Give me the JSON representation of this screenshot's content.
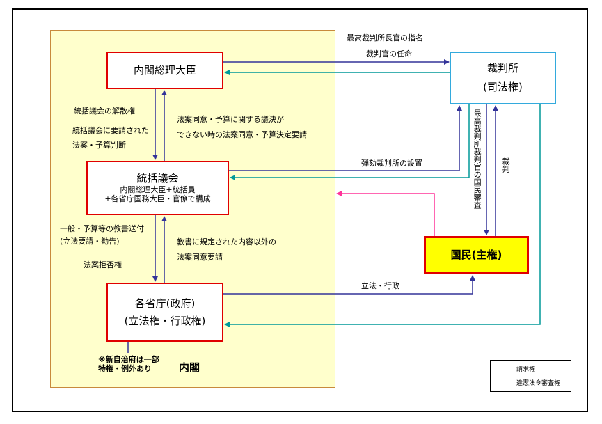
{
  "nodes": {
    "prime_minister": "内閣総理大臣",
    "council": {
      "title": "統括議会",
      "line1": "内閣総理大臣+統括員",
      "line2": "+各省庁国務大臣・官僚で構成"
    },
    "ministries": {
      "line1": "各省庁(政府)",
      "line2": "(立法権・行政権)"
    },
    "court": {
      "line1": "裁判所",
      "line2": "(司法権)"
    },
    "people": "国民(主権)",
    "cabinet_label": "内閣"
  },
  "labels": {
    "chief_justice_nomination": "最高裁判所長官の指名",
    "judge_appointment": "裁判官の任命",
    "dissolution_right": "統括議会の解散権",
    "requested_bills_1": "統括議会に要請された",
    "requested_bills_2": "法案・予算判断",
    "consent_request_1": "法案同意・予算に関する議決が",
    "consent_request_2": "できない時の法案同意・予算決定要請",
    "impeachment_court": "弾劾裁判所の設置",
    "general_budget_1": "一般・予算等の教書送付",
    "general_budget_2": "(立法要請・勧告)",
    "veto_right": "法案拒否権",
    "non_message_bills_1": "教書に規定された内容以外の",
    "non_message_bills_2": "法案同意要請",
    "legislation_admin": "立法・行政",
    "supreme_review": "最高裁判所裁判官の国民審査",
    "trial": "裁判",
    "note_line1": "※新自治府は一部",
    "note_line2": "特権・例外あり"
  },
  "legend": {
    "request_right": "請求権",
    "judicial_review": "違憲法令審査権"
  },
  "colors": {
    "arrow_navy": "#333399",
    "arrow_teal": "#009999",
    "arrow_pink": "#ff3399",
    "box_border_red": "#e00000",
    "court_border": "#33aadd",
    "cabinet_fill": "#ffffcc",
    "people_fill": "#ffff00"
  }
}
